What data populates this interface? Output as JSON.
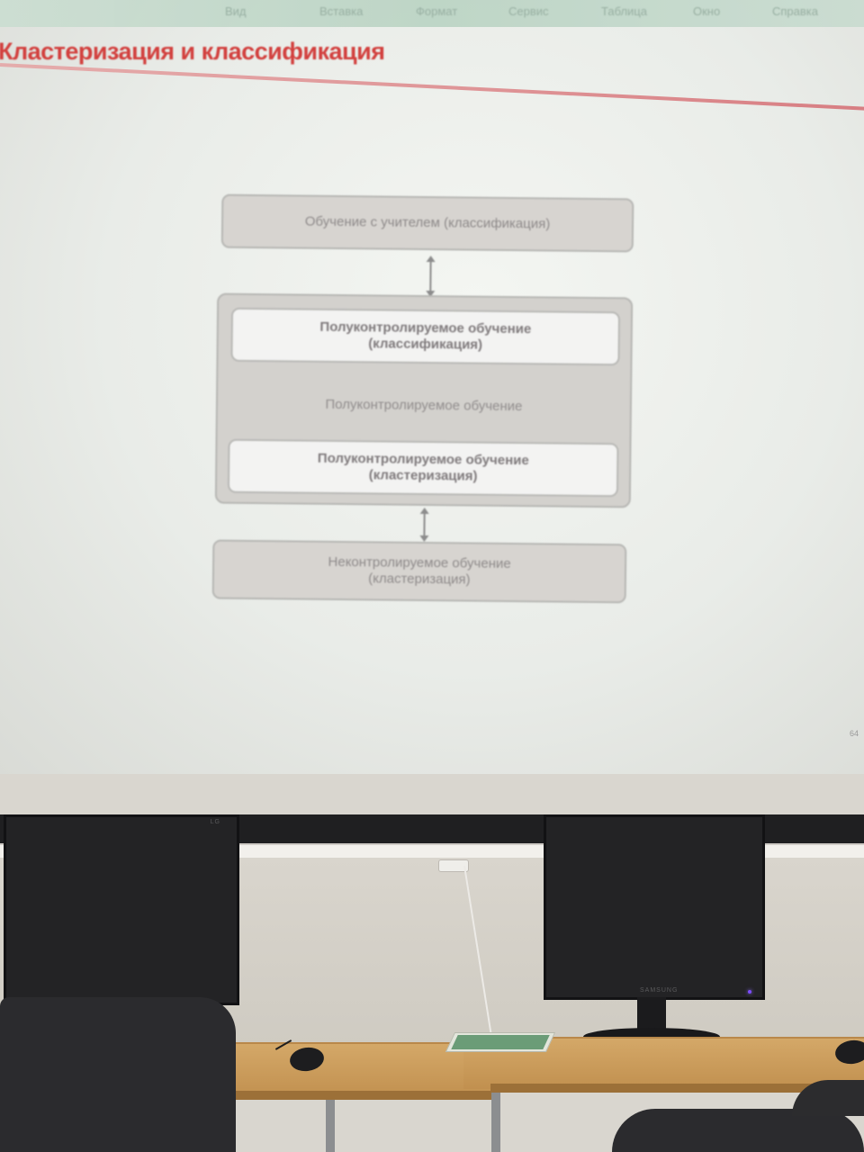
{
  "slide": {
    "menu_items": [
      "Вид",
      "Вставка",
      "Формат",
      "Сервис",
      "Таблица",
      "Окно",
      "Справка"
    ],
    "title": "Кластеризация и классификация",
    "page_number": "64"
  },
  "diagram": {
    "top_box": "Обучение с учителем (классификация)",
    "group_label": "Полуконтролируемое обучение",
    "group_top_box_line1": "Полуконтролируемое обучение",
    "group_top_box_line2": "(классификация)",
    "group_bottom_box_line1": "Полуконтролируемое обучение",
    "group_bottom_box_line2": "(кластеризация)",
    "bottom_box_line1": "Неконтролируемое обучение",
    "bottom_box_line2": "(кластеризация)"
  },
  "room": {
    "monitor_right_brand": "SAMSUNG",
    "monitor_left_brand": "LG"
  },
  "colors": {
    "title_red": "#d2403e",
    "box_shaded": "#d7d4d0",
    "box_white": "#f3f3f2",
    "led": "#7c4cff"
  }
}
